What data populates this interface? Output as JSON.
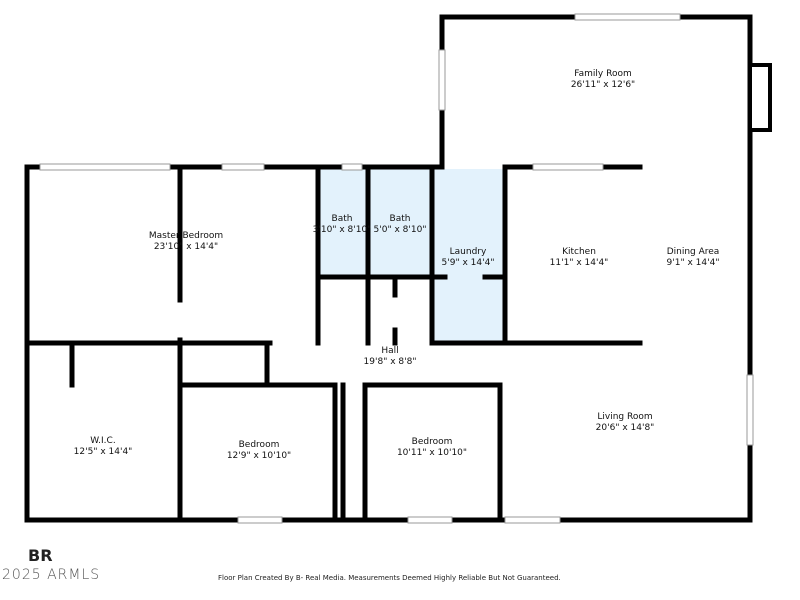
{
  "rooms": [
    {
      "name": "Family Room",
      "dims": "26'11\" x 12'6\""
    },
    {
      "name": "Master Bedroom",
      "dims": "23'10\" x 14'4\""
    },
    {
      "name": "Bath",
      "dims": "3'10\" x 8'10\""
    },
    {
      "name": "Bath",
      "dims": "5'0\" x 8'10\""
    },
    {
      "name": "Laundry",
      "dims": "5'9\" x 14'4\""
    },
    {
      "name": "Kitchen",
      "dims": "11'1\" x 14'4\""
    },
    {
      "name": "Dining Area",
      "dims": "9'1\" x 14'4\""
    },
    {
      "name": "Hall",
      "dims": "19'8\" x 8'8\""
    },
    {
      "name": "W.I.C.",
      "dims": "12'5\" x 14'4\""
    },
    {
      "name": "Bedroom",
      "dims": "12'9\" x 10'10\""
    },
    {
      "name": "Bedroom",
      "dims": "10'11\" x 10'10\""
    },
    {
      "name": "Living Room",
      "dims": "20'6\" x 14'8\""
    }
  ],
  "colors": {
    "wall": "#000000",
    "wet_room_fill": "#e3f2fc"
  },
  "logo": {
    "mark": "BR",
    "text": "2025 ARMLS"
  },
  "footer": "Floor Plan Created By B- Real Media. Measurements Deemed Highly Reliable But Not Guaranteed."
}
